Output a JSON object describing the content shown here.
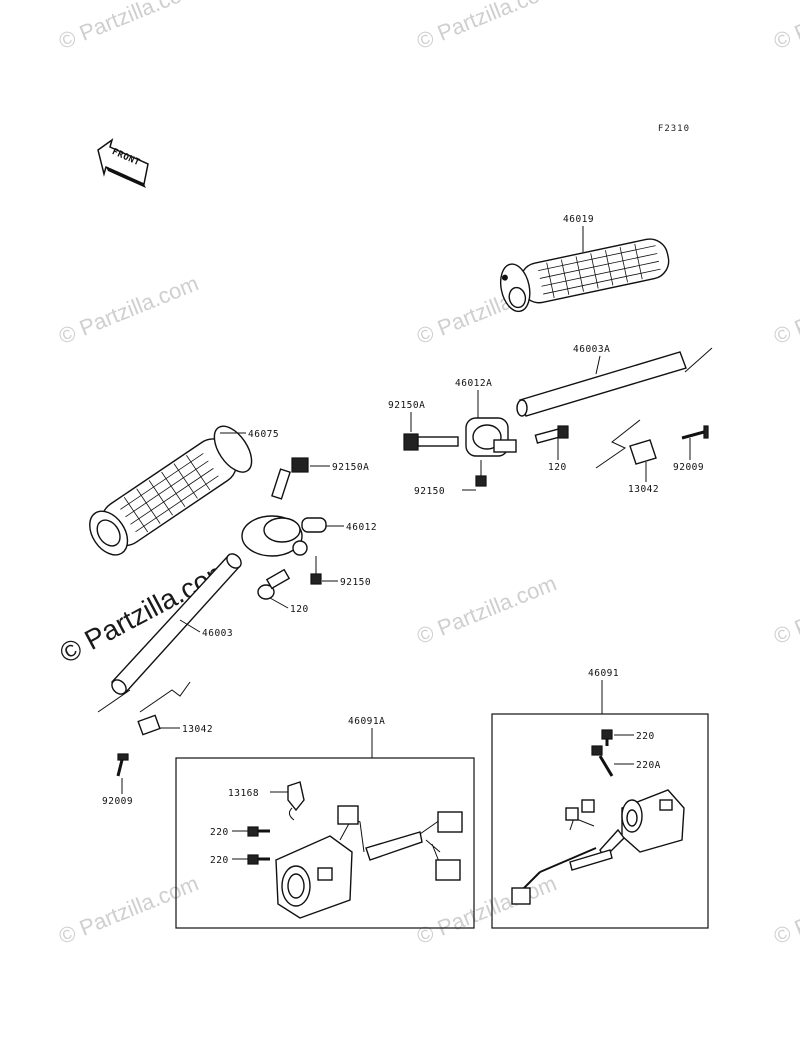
{
  "figure_code": "F2310",
  "front_label": "FRONT",
  "watermarks": [
    "© Partzilla.com",
    "© Partzilla.com",
    "© Partzilla.com",
    "© Partzilla.com",
    "© Partzilla.com",
    "© Partzilla.com",
    "© Partzilla.com",
    "© Partzilla.com",
    "© Partzilla.com",
    "© Partzilla.com",
    "© Partzilla.com",
    "© Partzilla.com"
  ],
  "callouts": {
    "p46019": "46019",
    "p46003A": "46003A",
    "p46012A": "46012A",
    "p92150A_r": "92150A",
    "p120_r": "120",
    "p92150_r": "92150",
    "p13042_r": "13042",
    "p92009_r": "92009",
    "p46075": "46075",
    "p92150A_l": "92150A",
    "p46012": "46012",
    "p92150_l": "92150",
    "p120_l": "120",
    "p46003": "46003",
    "p13042_l": "13042",
    "p92009_l": "92009",
    "p46091A": "46091A",
    "p13168": "13168",
    "p220_a": "220",
    "p220_b": "220",
    "p46091": "46091",
    "p220_c": "220",
    "p220A": "220A"
  }
}
